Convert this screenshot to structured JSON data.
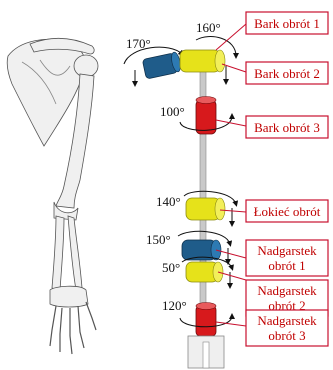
{
  "colors": {
    "label_border": "#c8102e",
    "label_text": "#c00000",
    "red_joint": "#d7191c",
    "yellow_joint": "#e6e21a",
    "blue_joint": "#1f5c8a",
    "rod": "#c9c9c9"
  },
  "joints": [
    {
      "name": "Bark obrót 1",
      "angle": "170°",
      "color": "blue"
    },
    {
      "name": "Bark obrót 2",
      "angle": "160°",
      "color": "yellow"
    },
    {
      "name": "Bark obrót 3",
      "angle": "100°",
      "color": "red"
    },
    {
      "name": "Łokieć obrót",
      "angle": "140°",
      "color": "yellow"
    },
    {
      "name": "Nadgarstek obrót 1",
      "angle": "150°",
      "color": "blue"
    },
    {
      "name": "Nadgarstek obrót 2",
      "angle": "50°",
      "color": "yellow"
    },
    {
      "name": "Nadgarstek obrót 3",
      "angle": "120°",
      "color": "red"
    }
  ],
  "labels": {
    "bark1": "Bark obrót 1",
    "bark2": "Bark obrót 2",
    "bark3": "Bark obrót 3",
    "lokiec": "Łokieć obrót",
    "nadg1_line1": "Nadgarstek",
    "nadg1_line2": "obrót 1",
    "nadg2_line1": "Nadgarstek",
    "nadg2_line2": "obrót 2",
    "nadg3_line1": "Nadgarstek",
    "nadg3_line2": "obrót 3"
  },
  "angles": {
    "bark1": "170°",
    "bark2": "160°",
    "bark3": "100°",
    "lokiec": "140°",
    "nadg1": "150°",
    "nadg2": "50°",
    "nadg3": "120°"
  },
  "icons": {
    "skeleton": "arm-skeleton-illustration",
    "rotation": "rotation-arrow-icon"
  }
}
